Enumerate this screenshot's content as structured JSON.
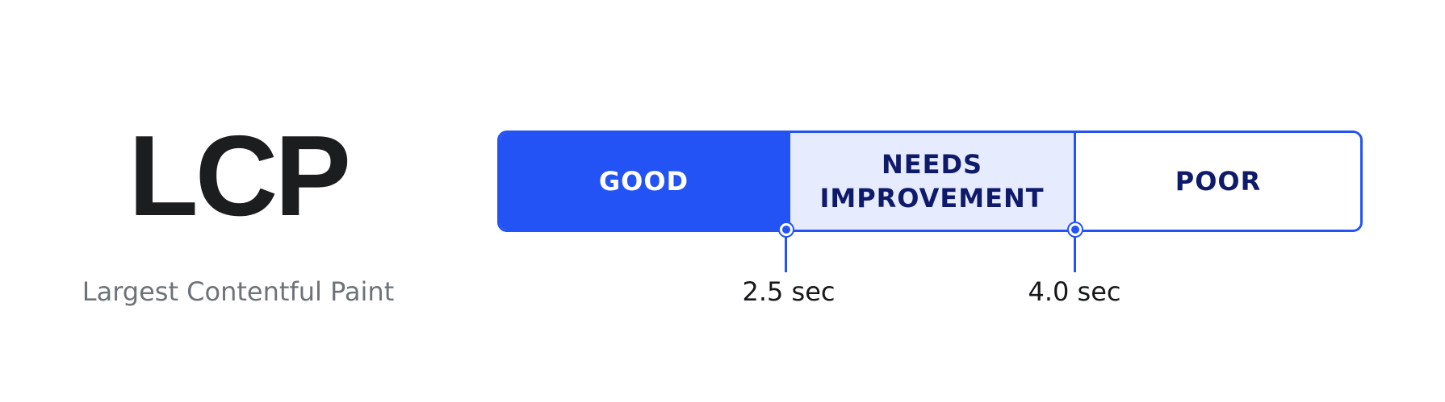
{
  "metric": {
    "abbreviation": "LCP",
    "name": "Largest Contentful Paint"
  },
  "scale": {
    "segments": [
      {
        "label": "GOOD",
        "color": "#2453f5"
      },
      {
        "label": "NEEDS\nIMPROVEMENT",
        "color": "#e6ecfd"
      },
      {
        "label": "POOR",
        "color": "#ffffff"
      }
    ],
    "accent_color": "#2453f5",
    "label_color_dark": "#0f1a6b",
    "thresholds": [
      {
        "value": 2.5,
        "label": "2.5 sec"
      },
      {
        "value": 4.0,
        "label": "4.0 sec"
      }
    ]
  }
}
